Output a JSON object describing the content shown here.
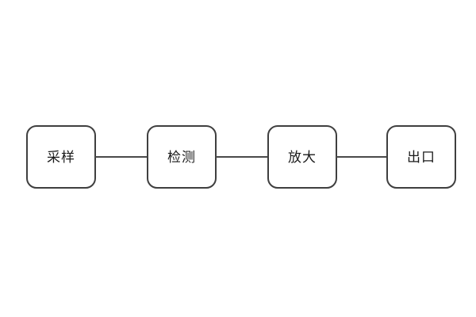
{
  "diagram": {
    "type": "flowchart",
    "direction": "left-to-right",
    "nodes": [
      {
        "id": "node-1",
        "label": "采样"
      },
      {
        "id": "node-2",
        "label": "检测"
      },
      {
        "id": "node-3",
        "label": "放大"
      },
      {
        "id": "node-4",
        "label": "出口"
      }
    ],
    "connections": [
      {
        "from": "采样",
        "to": "检测",
        "style": "plain-line"
      },
      {
        "from": "检测",
        "to": "放大",
        "style": "plain-line"
      },
      {
        "from": "放大",
        "to": "出口",
        "style": "plain-line"
      }
    ],
    "colors": {
      "background": "#ffffff",
      "node_fill": "#ffffff",
      "node_border": "#3f3f3f",
      "node_text": "#1a1a1a",
      "connector": "#4a4a4a"
    }
  }
}
